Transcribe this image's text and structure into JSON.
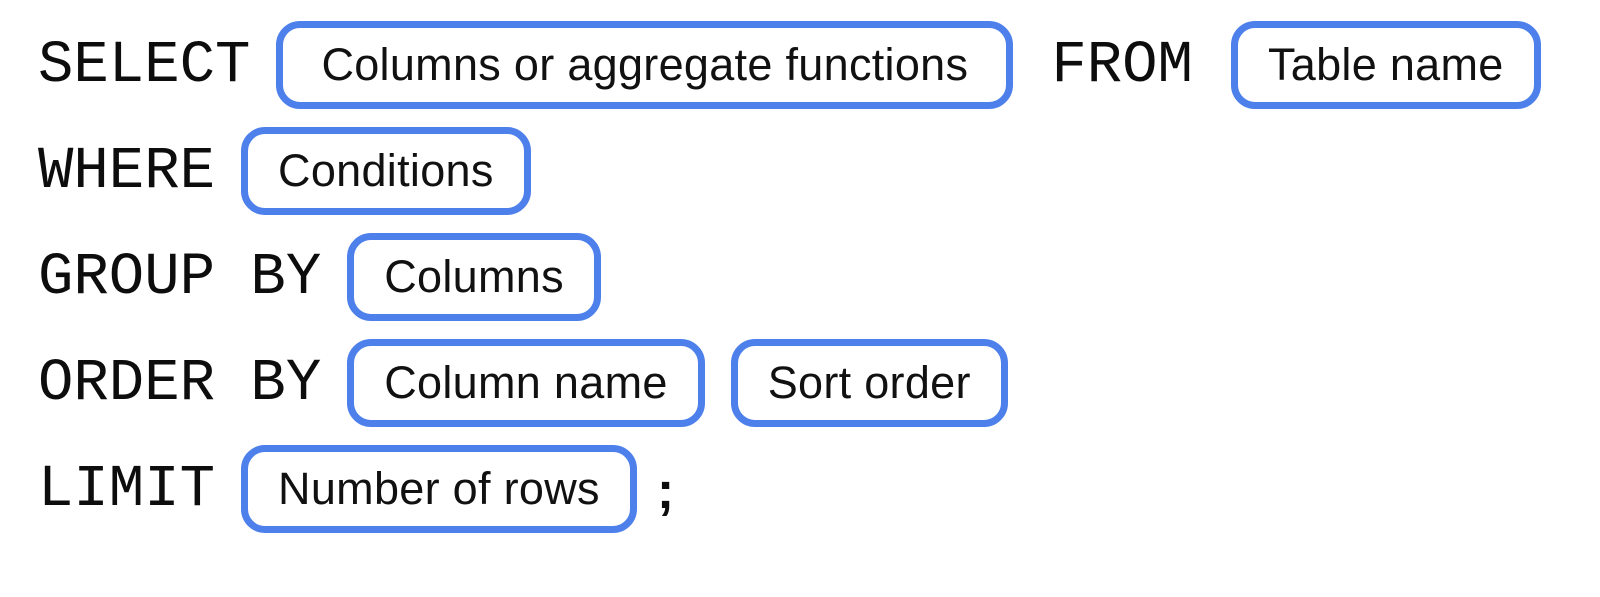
{
  "colors": {
    "accent": "#4d80ea",
    "text": "#0d0d0d"
  },
  "syntax_diagram": {
    "description": "SQL query syntax template",
    "rows": [
      {
        "keyword": "SELECT",
        "pill1": "Columns or aggregate functions",
        "keyword2": "FROM",
        "pill2": "Table name"
      },
      {
        "keyword": "WHERE",
        "pill1": "Conditions"
      },
      {
        "keyword": "GROUP BY",
        "pill1": "Columns"
      },
      {
        "keyword": "ORDER BY",
        "pill1": "Column name",
        "pill2": "Sort order"
      },
      {
        "keyword": "LIMIT",
        "pill1": "Number of rows",
        "terminator": ";"
      }
    ]
  }
}
